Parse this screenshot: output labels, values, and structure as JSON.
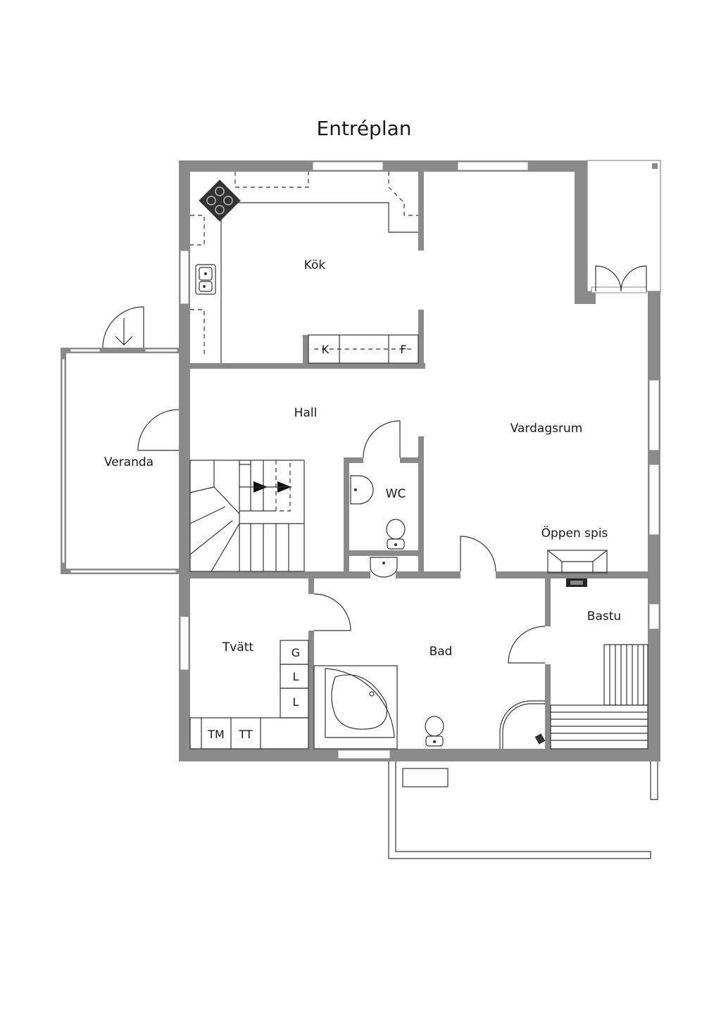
{
  "plan": {
    "title": "Entréplan",
    "rooms": {
      "kok": "Kök",
      "hall": "Hall",
      "veranda": "Veranda",
      "vardagsrum": "Vardagsrum",
      "wc": "WC",
      "oppen_spis": "Öppen spis",
      "bastu": "Bastu",
      "tvatt": "Tvätt",
      "bad": "Bad"
    },
    "fixtures": {
      "k": "K",
      "f": "F",
      "g": "G",
      "l1": "L",
      "l2": "L",
      "tm": "TM",
      "tt": "TT"
    }
  },
  "colors": {
    "wall": "#8a8a8a",
    "line": "#333333",
    "background": "#ffffff"
  }
}
